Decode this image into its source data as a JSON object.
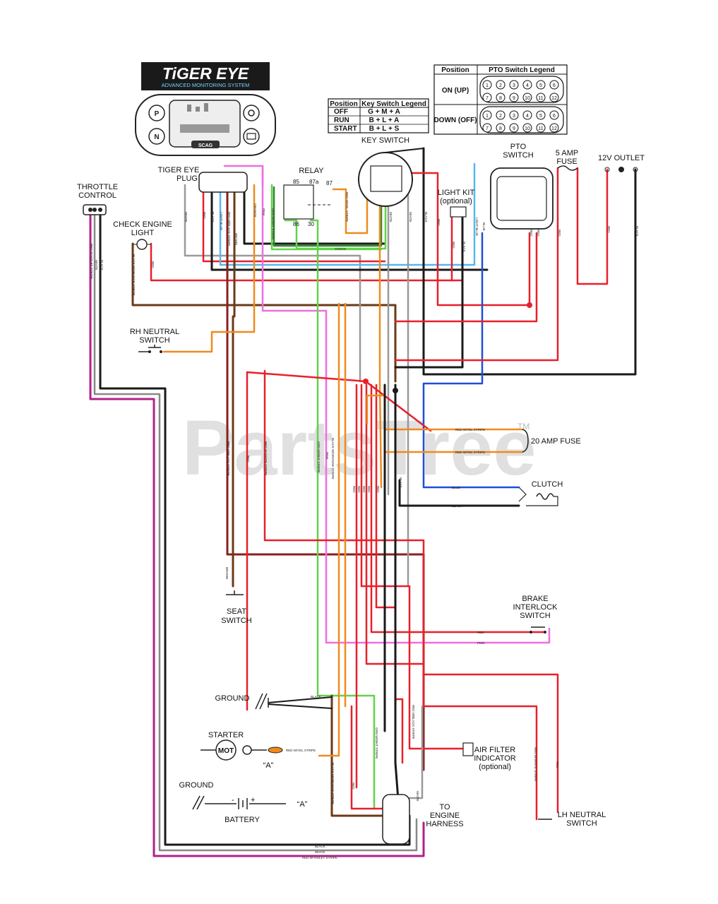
{
  "brand": {
    "title": "TiGER EYE",
    "subtitle": "ADVANCED MONITORING SYSTEM",
    "display_badge": "SCAG"
  },
  "watermark": "PartsTree",
  "watermark_tm": "TM",
  "key_switch_legend": {
    "headers": [
      "Position",
      "Key Switch Legend"
    ],
    "rows": [
      {
        "position": "OFF",
        "legend": "G + M + A"
      },
      {
        "position": "RUN",
        "legend": "B + L + A"
      },
      {
        "position": "START",
        "legend": "B + L + S"
      }
    ]
  },
  "pto_switch_legend": {
    "headers": [
      "Position",
      "PTO Switch Legend"
    ],
    "rows": [
      {
        "position": "ON (UP)",
        "pins": [
          "1",
          "2",
          "3",
          "4",
          "5",
          "6",
          "7",
          "8",
          "9",
          "10",
          "11",
          "12"
        ]
      },
      {
        "position": "DOWN (OFF)",
        "pins": [
          "1",
          "2",
          "3",
          "4",
          "5",
          "6",
          "7",
          "8",
          "9",
          "10",
          "11",
          "12"
        ]
      }
    ]
  },
  "components": {
    "key_switch": "KEY SWITCH",
    "pto_switch_1": "PTO",
    "pto_switch_2": "SWITCH",
    "five_amp_1": "5 AMP",
    "five_amp_2": "FUSE",
    "outlet": "12V OUTLET",
    "tiger_plug_1": "TIGER EYE",
    "tiger_plug_2": "PLUG",
    "relay": "RELAY",
    "relay_85": "85",
    "relay_87a": "87a",
    "relay_87": "87",
    "relay_86": "86",
    "relay_30": "30",
    "throttle_1": "THROTTLE",
    "throttle_2": "CONTROL",
    "check_engine_1": "CHECK ENGINE",
    "check_engine_2": "LIGHT",
    "light_kit_1": "LIGHT KIT",
    "light_kit_2": "(optional)",
    "rh_neutral_1": "RH NEUTRAL",
    "rh_neutral_2": "SWITCH",
    "twenty_amp": "20 AMP FUSE",
    "clutch": "CLUTCH",
    "seat_1": "SEAT",
    "seat_2": "SWITCH",
    "brake_1": "BRAKE",
    "brake_2": "INTERLOCK",
    "brake_3": "SWITCH",
    "ground_1": "GROUND",
    "ground_2": "GROUND",
    "starter": "STARTER",
    "starter_mot": "MOT",
    "starter_a": "“A”",
    "battery": "BATTERY",
    "battery_minus": "-",
    "battery_plus": "+",
    "battery_a": "“A”",
    "air_filter_1": "AIR FILTER",
    "air_filter_2": "INDICATOR",
    "air_filter_3": "(optional)",
    "engine_1": "TO",
    "engine_2": "ENGINE",
    "engine_3": "HARNESS",
    "lh_neutral_1": "LH NEUTRAL",
    "lh_neutral_2": "SWITCH"
  },
  "wire_labels": {
    "white": "WHITE",
    "red": "RED",
    "black": "BLACK",
    "light_blue": "LIGHT BLUE",
    "red_w_black_stripe": "RED W/BLACK STRIPE",
    "brown": "BROWN",
    "orange": "ORANGE",
    "pink": "PINK",
    "grn_w_wht_stripe": "GRN W/WHT STRIPE",
    "red_w_yel_stripe": "RED W/YEL STRIPE",
    "green": "GREEN",
    "blue": "BLUE",
    "red_w_violet_stripe": "RED W-VIOLET STRIPE",
    "black_w_orange_stripe": "BLACK W/ORANGE STRIPE",
    "red_w_black_stripe_2": "RED W/BLACK STRIPE",
    "red_w_white_stripe": "RED W-WHITE STRIPE",
    "grn_wht_stripe_2": "GRN W/WHT STRIPE"
  },
  "colors": {
    "red": "#e8202a",
    "black": "#1a1a1a",
    "white_wire": "#9a9a9a",
    "orange": "#f08a1e",
    "pink": "#f06ee0",
    "green": "#62d24a",
    "brown": "#6b3a17",
    "light_blue": "#55b8f0",
    "blue": "#1f4fd6",
    "violet": "#b0228a"
  }
}
